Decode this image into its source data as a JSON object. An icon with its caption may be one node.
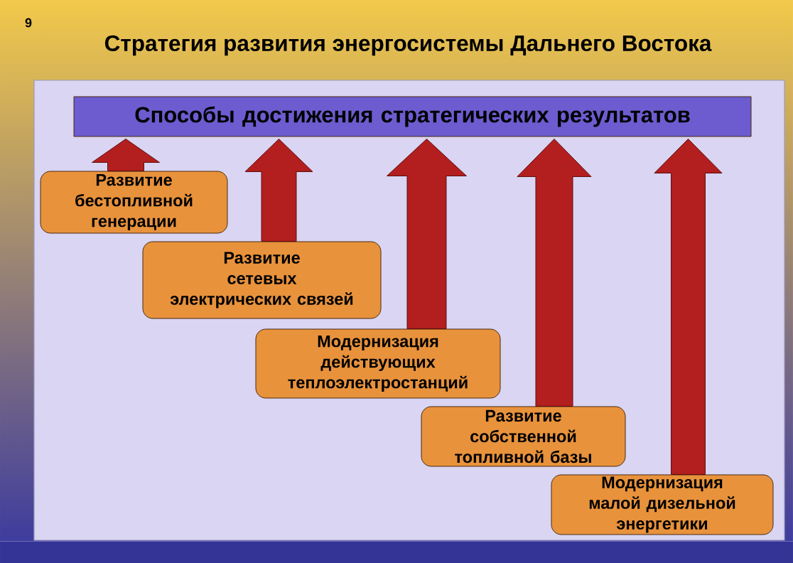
{
  "diagram": {
    "title": "Стратегия развития энергосистемы Дальнего Востока",
    "nodes": [
      {
        "text": [
          "Способы достижения стратегических результатов"
        ]
      },
      {
        "text": [
          "Развитие бестопливной генерации"
        ]
      },
      {
        "text": [
          "Развитие сетевых электрических связей"
        ]
      },
      {
        "text": [
          "Модернизация действующих теплоэлектростанций"
        ]
      },
      {
        "text": [
          "Развитие собственной топливной базы"
        ]
      },
      {
        "text": [
          "Модернизация малой дизельной энергетики"
        ]
      }
    ],
    "edges": [
      {
        "from": 1,
        "to": 0,
        "arrow": "to"
      },
      {
        "from": 2,
        "to": 0,
        "arrow": "to"
      },
      {
        "from": 3,
        "to": 0,
        "arrow": "to"
      },
      {
        "from": 4,
        "to": 0,
        "arrow": "to"
      },
      {
        "from": 5,
        "to": 0,
        "arrow": "to"
      }
    ],
    "labels": [
      "9"
    ]
  }
}
